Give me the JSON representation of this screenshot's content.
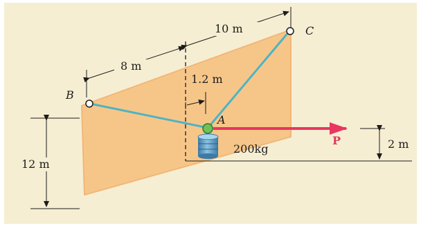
{
  "figure": {
    "points": {
      "A": "A",
      "B": "B",
      "C": "C"
    },
    "force_label": "P",
    "mass_label": "200kg",
    "dimensions": {
      "width_BC_left": "8 m",
      "width_right": "10 m",
      "offset": "1.2 m",
      "height_wall": "12 m",
      "height_A": "2 m"
    },
    "colors": {
      "background": "#f6eed2",
      "wall": "#f6c689",
      "wall_edge": "#f1b779",
      "cable": "#4fb3c4",
      "force_arrow": "#e8365f",
      "ring": "#6fc15c",
      "cylinder": "#5a9ac2"
    }
  }
}
